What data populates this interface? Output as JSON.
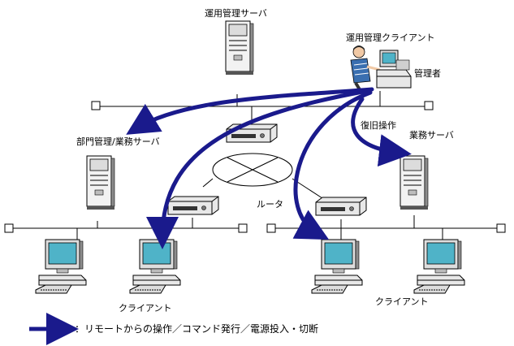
{
  "labels": {
    "ops_server": "運用管理サーバ",
    "ops_client": "運用管理クライアント",
    "admin": "管理者",
    "recovery": "復旧操作",
    "dept_server": "部門管理/業務サーバ",
    "business_server": "業務サーバ",
    "router": "ルータ",
    "client_left": "クライアント",
    "client_right": "クライアント"
  },
  "legend": {
    "text": "：リモートからの操作／コマンド発行／電源投入・切断"
  },
  "colors": {
    "arrow": "#1a1a8c",
    "line": "#000000",
    "screen": "#4fb3c8",
    "device": "#e8e8e8"
  },
  "icons": {
    "server": "server-tower-icon",
    "router": "router-icon",
    "pc": "desktop-pc-icon",
    "admin": "operator-at-console-icon"
  }
}
